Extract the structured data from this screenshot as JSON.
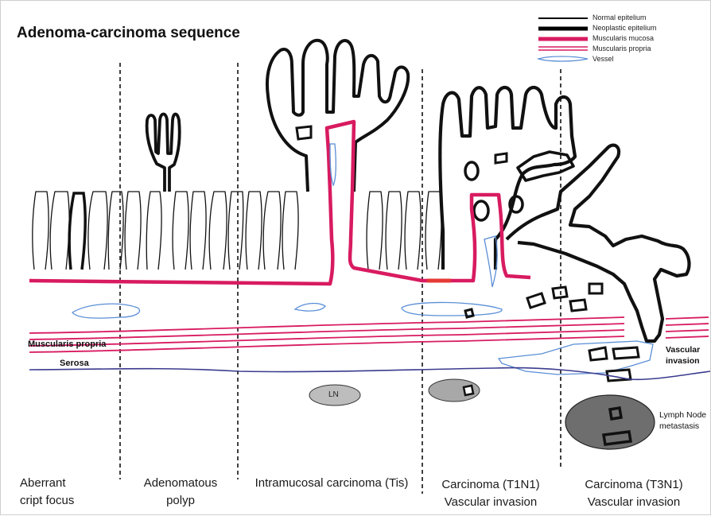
{
  "title": "Adenoma-carcinoma sequence",
  "legend": [
    {
      "label": "Normal epitelium",
      "color": "#000000",
      "style": "thin"
    },
    {
      "label": "Neoplastic epitelium",
      "color": "#000000",
      "style": "thick"
    },
    {
      "label": "Muscularis mucosa",
      "color": "#d81b60",
      "style": "thick"
    },
    {
      "label": "Muscularis propria",
      "color": "#d81b60",
      "style": "double"
    },
    {
      "label": "Vessel",
      "color": "#5b8fd6",
      "style": "vessel"
    }
  ],
  "layers": {
    "muscularis_propria": "Muscularis propria",
    "serosa": "Serosa"
  },
  "stages": [
    {
      "line1": "Aberrant",
      "line2": "cript focus"
    },
    {
      "line1": "Adenomatous",
      "line2": "polyp"
    },
    {
      "line1": "Intramucosal carcinoma (Tis)",
      "line2": ""
    },
    {
      "line1": "Carcinoma  (T1N1)",
      "line2": "Vascular invasion"
    },
    {
      "line1": "Carcinoma  (T3N1)",
      "line2": "Vascular invasion"
    }
  ],
  "annotations": {
    "vascular_invasion_1": "Vascular",
    "vascular_invasion_2": "invasion",
    "lymph_node_1": "Lymph Node",
    "lymph_node_2": "metastasis",
    "ln": "LN"
  },
  "colors": {
    "muscularis": "#d81b60",
    "vessel": "#5b8fd6",
    "serosa": "#3b3b8f",
    "node_fill": "#bdbdbd",
    "node_fill_dark": "#6e6e6e"
  }
}
